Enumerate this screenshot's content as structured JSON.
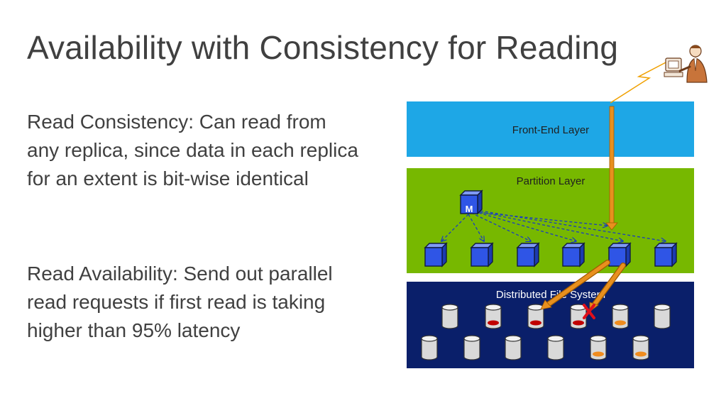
{
  "slide": {
    "title": "Availability with Consistency for Reading",
    "paragraphs": [
      "Read Consistency: Can read from any replica, since data in each replica for an extent is bit-wise identical",
      "Read Availability: Send out parallel read requests if first read is taking higher than 95% latency"
    ]
  },
  "diagram": {
    "front_end_label": "Front-End Layer",
    "partition_label": "Partition Layer",
    "master_label": "M",
    "dfs_label": "Distributed File System",
    "colors": {
      "front_end": "#1ea7e6",
      "partition": "#77b800",
      "dfs": "#0a1f6a",
      "cube": "#2f55e6",
      "arrow": "#e8901e",
      "red_fill": "#c00000",
      "orange_fill": "#f08c1e",
      "fail_mark": "#e0101a"
    },
    "icons": [
      "user-at-computer-icon",
      "master-server-icon",
      "partition-server-icon",
      "disk-icon",
      "failure-x-icon"
    ]
  }
}
